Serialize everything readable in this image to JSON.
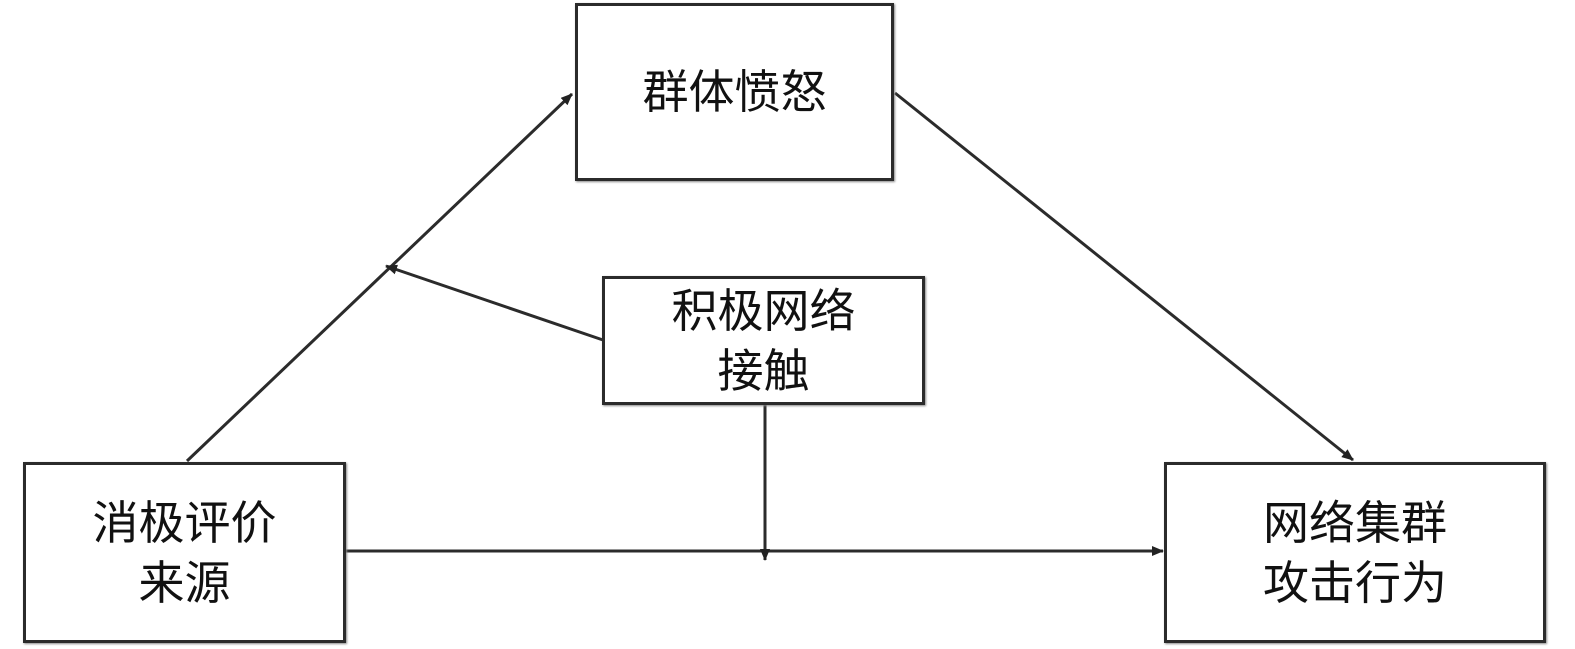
{
  "nodes": {
    "group_anger": {
      "lines": [
        "群体愤怒"
      ]
    },
    "positive_contact": {
      "lines": [
        "积极网络",
        "接触"
      ]
    },
    "negative_source": {
      "lines": [
        "消极评价",
        "来源"
      ]
    },
    "cluster_aggression": {
      "lines": [
        "网络集群",
        "攻击行为"
      ]
    }
  },
  "edges": [
    {
      "from": "negative_source",
      "to": "group_anger"
    },
    {
      "from": "group_anger",
      "to": "cluster_aggression"
    },
    {
      "from": "negative_source",
      "to": "cluster_aggression"
    },
    {
      "from": "positive_contact",
      "to": "negative_source->group_anger",
      "type": "moderation"
    },
    {
      "from": "positive_contact",
      "to": "negative_source->cluster_aggression",
      "type": "moderation"
    }
  ]
}
